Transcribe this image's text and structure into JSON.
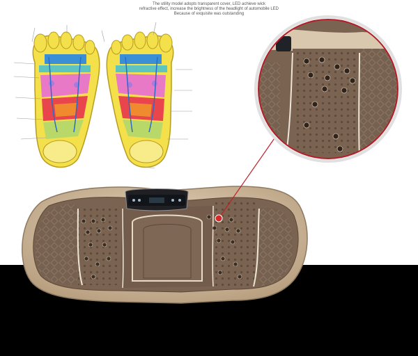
{
  "caption": {
    "line1": "The utility model adopts transparent cover, LED achieve wick",
    "line2": "refractive effect, increase the brightness of the headlight of automobile LED",
    "line3": "Because of exquisite was outstanding"
  },
  "colors": {
    "floor": "#000000",
    "background": "#ffffff",
    "platform_shell": "#cdb79a",
    "platform_mat": "#7b6352",
    "pointer_line": "#c0202a",
    "pointer_dot": "#d42a2a"
  },
  "foot_chart": {
    "zone_colors": [
      "#f4e04a",
      "#e8454c",
      "#3a8fd6",
      "#e879c6",
      "#f08a2e",
      "#5ec4c0",
      "#b9d86a",
      "#a77be0"
    ]
  }
}
